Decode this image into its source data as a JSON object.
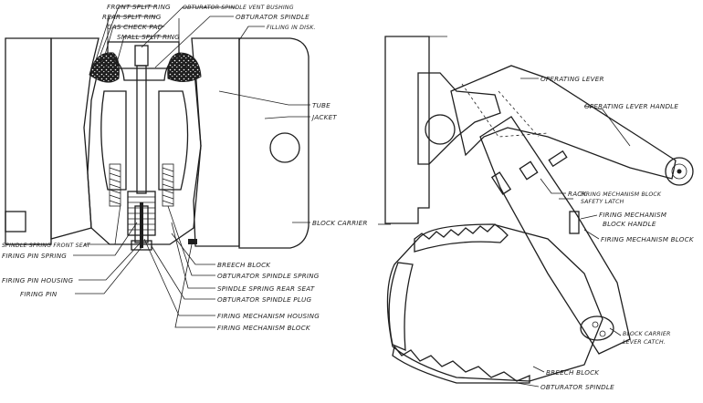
{
  "colors": {
    "ink": "#1e1e1e",
    "paper": "#ffffff"
  },
  "left_labels": {
    "front_split_ring": "FRONT SPLIT RING",
    "rear_split_ring": "REAR SPLIT RING",
    "gas_check_pad": "GAS CHECK PAD",
    "small_split_ring": "SMALL SPLIT RING",
    "obturator_spindle_vent_bushing": "OBTURATOR SPINDLE VENT BUSHING",
    "obturator_spindle": "OBTURATOR SPINDLE",
    "filling_in_disk": "FILLING IN DISK.",
    "tube": "TUBE",
    "jacket": "JACKET",
    "block_carrier": "BLOCK CARRIER",
    "spindle_spring_front_seat": "SPINDLE SPRING FRONT SEAT",
    "firing_pin_spring": "FIRING PIN SPRING",
    "firing_pin_housing": "FIRING PIN HOUSING",
    "firing_pin": "FIRING PIN",
    "breech_block": "BREECH BLOCK",
    "obturator_spindle_spring": "OBTURATOR SPINDLE SPRING",
    "spindle_spring_rear_seat": "SPINDLE SPRING REAR SEAT",
    "obturator_spindle_plug": "OBTURATOR SPINDLE PLUG",
    "firing_mechanism_housing": "FIRING MECHANISM HOUSING",
    "firing_mechanism_block": "FIRING MECHANISM BLOCK"
  },
  "right_labels": {
    "operating_lever": "OPERATING LEVER",
    "operating_lever_handle": "OPERATING LEVER HANDLE",
    "rack": "RACK",
    "firing_mechanism_block_safety_latch_1": "FIRING MECHANISM BLOCK",
    "firing_mechanism_block_safety_latch_2": "SAFETY LATCH",
    "firing_mechanism_block_handle_1": "FIRING MECHANISM",
    "firing_mechanism_block_handle_2": "BLOCK HANDLE",
    "firing_mechanism_block": "FIRING MECHANISM BLOCK",
    "block_carrier_lever_catch_1": "BLOCK CARRIER",
    "block_carrier_lever_catch_2": "LEVER CATCH.",
    "breech_block": "BREECH BLOCK",
    "obturator_spindle": "OBTURATOR SPINDLE"
  }
}
